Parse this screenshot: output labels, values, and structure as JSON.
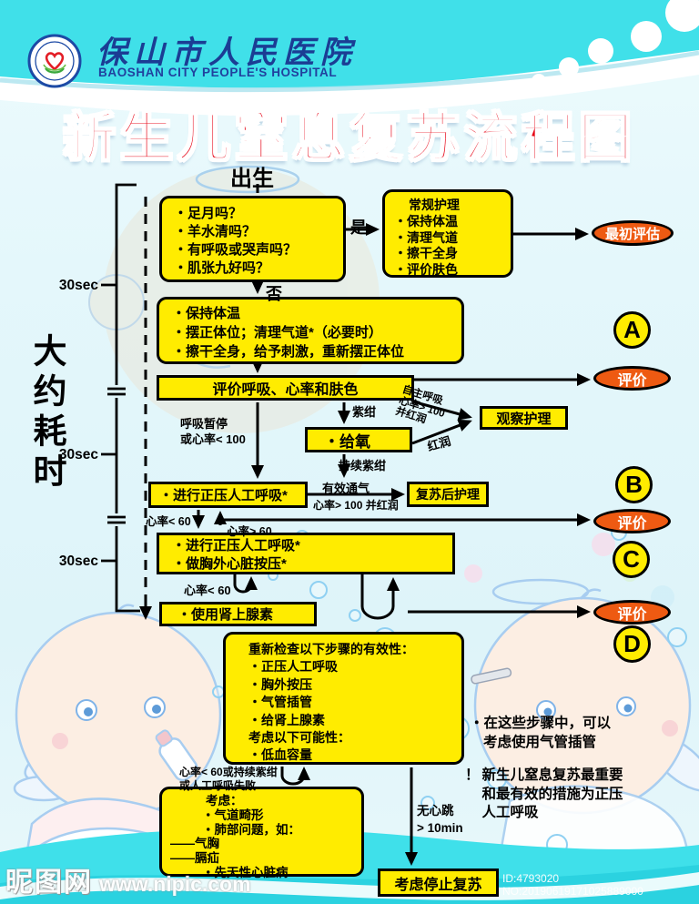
{
  "colors": {
    "band_cyan": "#40E0E9",
    "title_red": "#E60012",
    "box_yellow": "#FFEC00",
    "ellipse_orange": "#EE5A12",
    "hospital_blue": "#1B3D94",
    "wave_cyan": "#3FE0EA"
  },
  "header": {
    "hospital_cn": "保山市人民医院",
    "hospital_en": "BAOSHAN CITY PEOPLE'S HOSPITAL"
  },
  "title": "新生儿窒息复苏流程图",
  "timeline": {
    "label": "大约耗时",
    "marks": [
      "30sec",
      "30sec",
      "30sec"
    ]
  },
  "flow": {
    "start": "出生",
    "yes": "是",
    "no": "否",
    "q_box": {
      "lines": [
        "・足月吗？",
        "・羊水清吗？",
        "・有呼吸或哭声吗？",
        "・肌张九好吗？"
      ]
    },
    "routine_box": {
      "title": "常规护理",
      "lines": [
        "・保持体温",
        "・清理气道",
        "・擦干全身",
        "・评价肤色"
      ]
    },
    "initial_eval": "最初评估",
    "eval_ellipse": "评价",
    "warm_box": {
      "lines": [
        "・保持体温",
        "・摆正体位；清理气道*（必要时）",
        "・擦干全身，给予刺激，重新摆正体位"
      ]
    },
    "assess_box": "评价呼吸、心率和肤色",
    "oxygen_box": "・给氧",
    "observe_box": "观察护理",
    "ppv_box": "・进行正压人工呼吸*",
    "post_box": "复苏后护理",
    "ppv_cc_box": {
      "lines": [
        "・进行正压人工呼吸*",
        "・做胸外心脏按压*"
      ]
    },
    "epi_box": "・使用肾上腺素",
    "recheck_box": {
      "lines": [
        "重新检查以下步骤的有效性：",
        "・正压人工呼吸",
        "・胸外按压",
        "・气管插管",
        "・给肾上腺素",
        "考虑以下可能性：",
        "・低血容量"
      ]
    },
    "consider_box": {
      "lines": [
        "考虑：",
        "・气道畸形",
        "・肺部问题，如：",
        "——气胸",
        "——膈疝",
        "・先天性心脏病"
      ]
    },
    "stop_box": "考虑停止复苏",
    "letters": [
      "A",
      "B",
      "C",
      "D"
    ],
    "labels": {
      "spont": "自主呼吸",
      "hr_gt100": "心率> 100",
      "and_pink": "并红润",
      "cyanosis": "紫绀",
      "pink": "红润",
      "apnea": "呼吸暂停",
      "or_hr_lt100": "或心率< 100",
      "persistent_cyanosis": "持续紫绀",
      "effective_vent": "有效通气",
      "hr100_pink": "心率> 100 并红润",
      "hr_lt60_a": "心率< 60",
      "hr_gt60": "心率> 60",
      "hr_lt60_b": "心率< 60",
      "fail1": "心率< 60或持续紫绀",
      "fail2": "或人工呼吸失败",
      "no_heartbeat": "无心跳",
      "gt10min": "> 10min"
    }
  },
  "notes": {
    "note1": {
      "lines": [
        "・在这些步骤中，可以",
        "考虑使用气管插管"
      ]
    },
    "note2": {
      "marker": "！",
      "lines": [
        "新生儿窒息复苏最重要",
        "和最有效的措施为正压",
        "人工呼吸"
      ]
    }
  },
  "watermark": {
    "site_cn": "昵图网",
    "site_url": "www.nipic.com",
    "id_text": "ID:4793020 NO:20190619171025889000"
  }
}
